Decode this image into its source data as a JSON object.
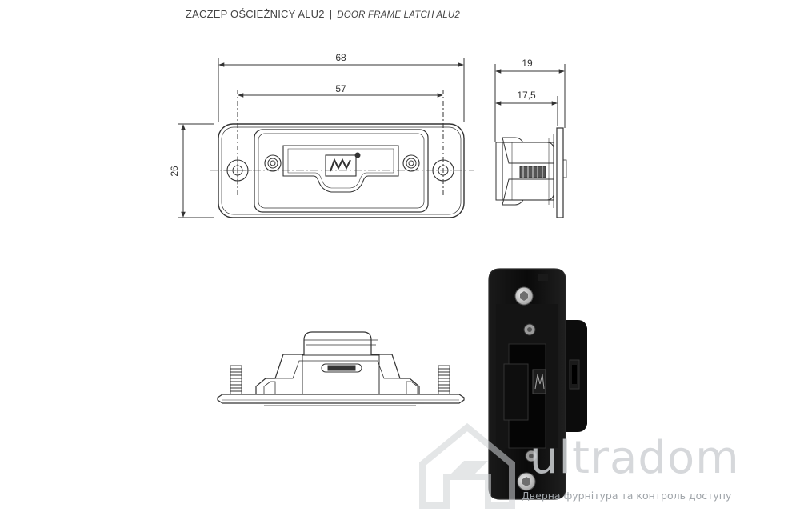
{
  "header": {
    "title_pl": "ZACZEP OŚCIEŻNICY ALU2",
    "separator": "|",
    "title_en": "DOOR FRAME LATCH ALU2"
  },
  "dimensions": {
    "overall_width": "68",
    "hole_spacing": "57",
    "height": "26",
    "depth_total": "19",
    "depth_body": "17,5"
  },
  "watermark": {
    "brand": "ultradom",
    "tagline": "Дверна фурнітура та контроль доступу"
  },
  "colors": {
    "line": "#333333",
    "part": "#111111",
    "watermark": "#cfd2d5"
  }
}
